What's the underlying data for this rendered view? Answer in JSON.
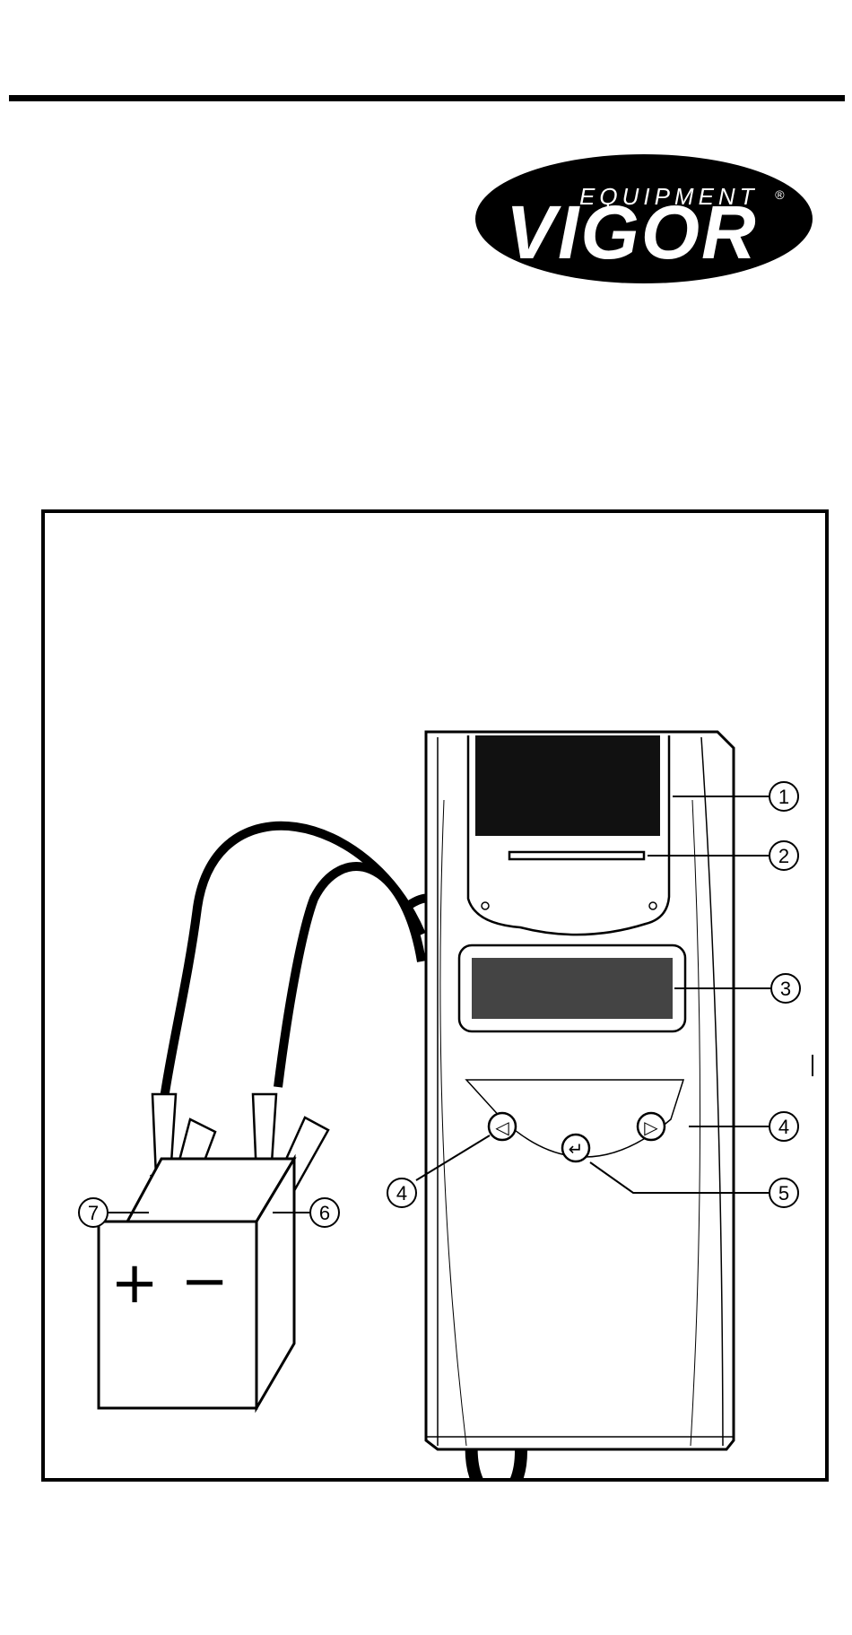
{
  "logo": {
    "brand": "VIGOR",
    "subtitle": "EQUIPMENT",
    "registered": "®"
  },
  "figure": {
    "battery": {
      "plus": "+",
      "minus": "−"
    },
    "callouts": [
      {
        "id": "callout-1",
        "label": "1"
      },
      {
        "id": "callout-2",
        "label": "2"
      },
      {
        "id": "callout-3",
        "label": "3"
      },
      {
        "id": "callout-4-right",
        "label": "4"
      },
      {
        "id": "callout-4-left",
        "label": "4"
      },
      {
        "id": "callout-5",
        "label": "5"
      },
      {
        "id": "callout-6",
        "label": "6"
      },
      {
        "id": "callout-7",
        "label": "7"
      }
    ],
    "buttons": {
      "left": "◁",
      "enter": "↵",
      "right": "▷"
    }
  }
}
